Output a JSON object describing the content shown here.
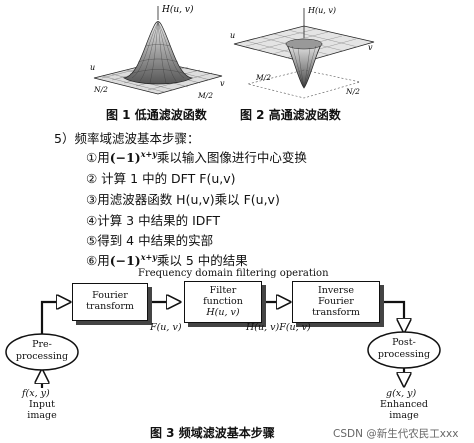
{
  "plots": {
    "lowpass": {
      "axis_top": "H(u, v)",
      "axis_u": "u",
      "axis_v": "v",
      "tick_left": "N/2",
      "tick_right": "M/2"
    },
    "highpass": {
      "axis_top": "H(u, v)",
      "axis_u": "u",
      "axis_v": "v",
      "tick_left": "M/2",
      "tick_right": "N/2"
    }
  },
  "captions": {
    "fig1": "图 1  低通滤波函数",
    "fig2": "图 2  高通滤波函数",
    "fig3": "图 3  频域滤波基本步骤"
  },
  "steps": {
    "title": "5）频率域滤波基本步骤：",
    "items": [
      {
        "prefix": "①用",
        "math": "(−1)",
        "sup": "x+y",
        "suffix": "乘以输入图像进行中心变换"
      },
      {
        "prefix": "② 计算 1 中的 DFT F(u,v)",
        "math": "",
        "sup": "",
        "suffix": ""
      },
      {
        "prefix": "③用滤波器函数 H(u,v)乘以 F(u,v)",
        "math": "",
        "sup": "",
        "suffix": ""
      },
      {
        "prefix": "④计算 3 中结果的 IDFT",
        "math": "",
        "sup": "",
        "suffix": ""
      },
      {
        "prefix": "⑤得到 4 中结果的实部",
        "math": "",
        "sup": "",
        "suffix": ""
      },
      {
        "prefix": "⑥用",
        "math": "(−1)",
        "sup": "x+y",
        "suffix": "乘以 5 中的结果"
      }
    ]
  },
  "diagram": {
    "title": "Frequency domain filtering operation",
    "boxes": {
      "fourier": "Fourier transform",
      "filter_line1": "Filter",
      "filter_line2": "function",
      "filter_line3": "H(u, v)",
      "inverse": "Inverse Fourier transform"
    },
    "fourier_lines": [
      "Fourier",
      "transform"
    ],
    "inverse_lines": [
      "Inverse",
      "Fourier",
      "transform"
    ],
    "ellipses": {
      "pre": [
        "Pre-",
        "processing"
      ],
      "post": [
        "Post-",
        "processing"
      ]
    },
    "labels": {
      "F1": "F(u, v)",
      "HF": "H(u, v)F(u, v)",
      "fxy": "f(x, y)",
      "input1": "Input",
      "input2": "image",
      "gxy": "g(x, y)",
      "enh1": "Enhanced",
      "enh2": "image"
    }
  },
  "watermark": "CSDN @新生代农民工xxx"
}
